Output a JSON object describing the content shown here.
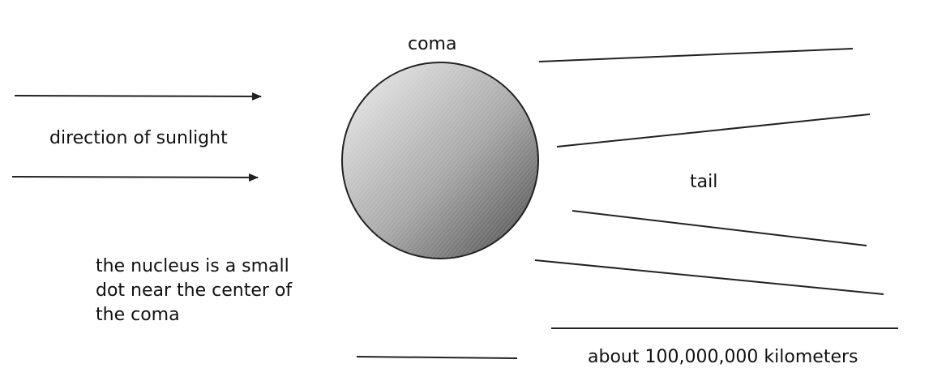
{
  "labels": {
    "coma": "coma",
    "sunlight": "direction of sunlight",
    "tail": "tail",
    "nucleus": [
      "the nucleus is a small",
      "dot near the center of",
      "the coma"
    ],
    "distance": "about 100,000,000 kilometers"
  },
  "colors": {
    "line": "#222222",
    "coma_light": "#f0f0f0",
    "coma_dark": "#4a4a4a",
    "text": "#111111"
  }
}
